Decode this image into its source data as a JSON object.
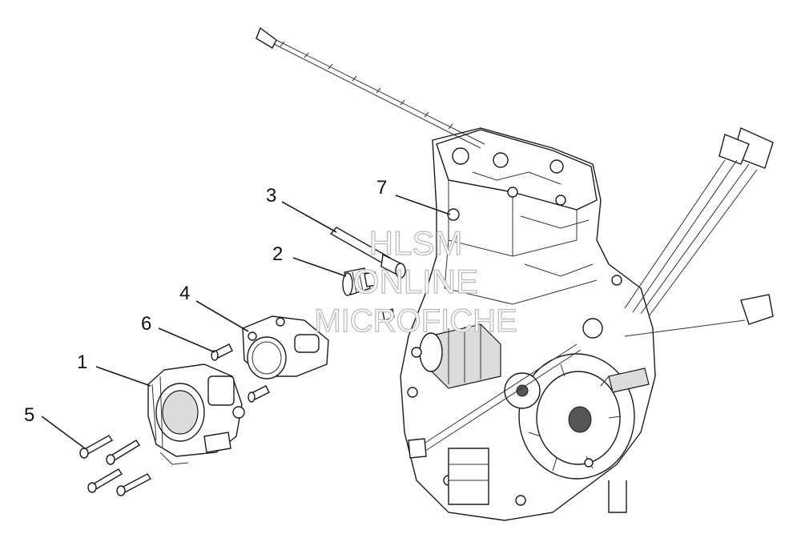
{
  "diagram": {
    "callouts": [
      {
        "id": "1",
        "label": "1"
      },
      {
        "id": "2",
        "label": "2"
      },
      {
        "id": "3",
        "label": "3"
      },
      {
        "id": "4",
        "label": "4"
      },
      {
        "id": "5",
        "label": "5"
      },
      {
        "id": "6",
        "label": "6"
      },
      {
        "id": "7",
        "label": "7"
      }
    ],
    "watermark": {
      "line1": "HLSM",
      "line2": "ONLINE",
      "line3": "MICROFICHE"
    }
  }
}
